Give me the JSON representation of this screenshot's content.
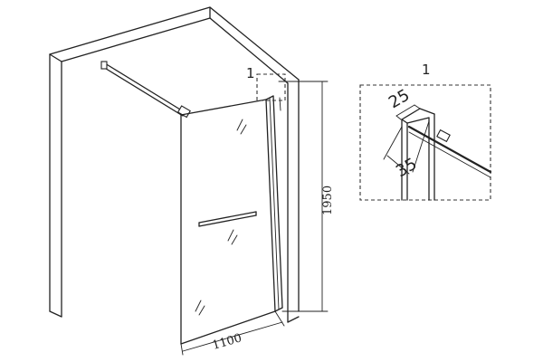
{
  "diagram": {
    "detail_marker": "1",
    "detail_title": "1",
    "dimensions": {
      "height": "1950",
      "width": "1100",
      "profile_depth": "25",
      "profile_width": "35"
    }
  }
}
